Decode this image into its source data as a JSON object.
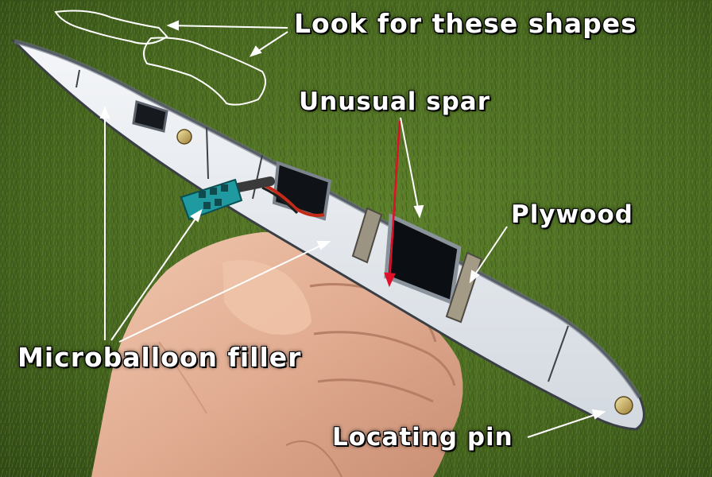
{
  "annotations": {
    "shapes": "Look for these shapes",
    "spar": "Unusual spar",
    "plywood": "Plywood",
    "filler": "Microballoon filler",
    "pin": "Locating pin"
  },
  "colors": {
    "grass": "#4a6a22",
    "label": "#ffffff",
    "spar_arrow": "#e0102a",
    "foam": "#e9edf2",
    "skin": "#e6b49a"
  }
}
